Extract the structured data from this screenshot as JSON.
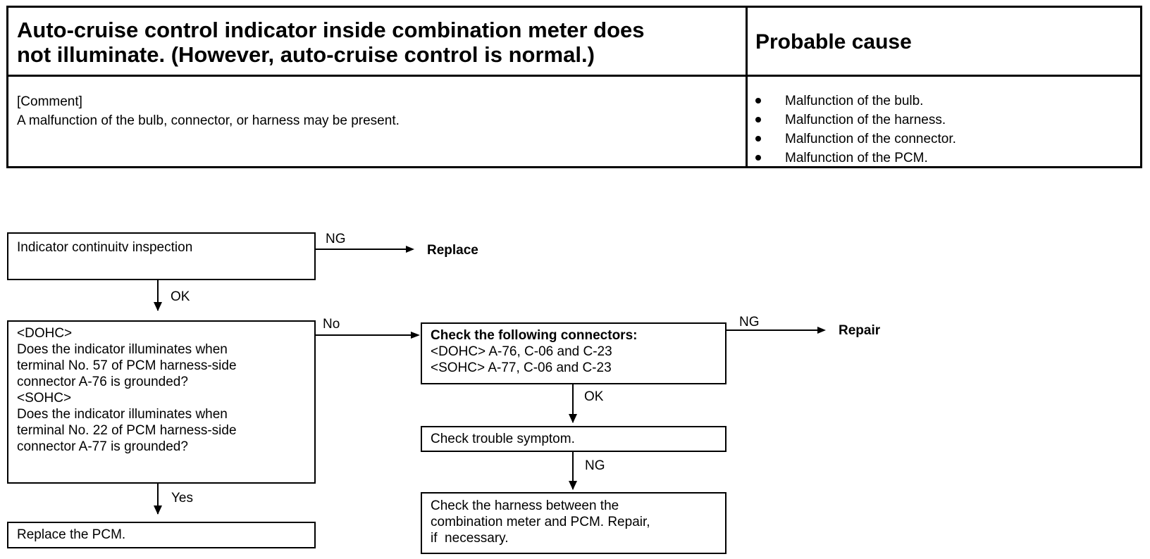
{
  "header": {
    "title_line1": "Auto-cruise control indicator inside combination meter does",
    "title_line2": "not illuminate. (However, auto-cruise control is normal.)",
    "probable_cause_heading": "Probable cause",
    "comment_label": "[Comment]",
    "comment_text": "A malfunction of the bulb, connector, or harness may be present.",
    "causes": [
      "Malfunction of the bulb.",
      "Malfunction of the harness.",
      "Malfunction of the connector.",
      "Malfunction of the PCM."
    ]
  },
  "flow": {
    "step1": "Indicator continuitv inspection",
    "step1_ng": "NG",
    "replace": "Replace",
    "step1_ok": "OK",
    "step2": {
      "l1": "<DOHC>",
      "l2": "Does the indicator illuminates when",
      "l3": "terminal No. 57 of PCM harness-side",
      "l4": "connector A-76 is grounded?",
      "l5": "<SOHC>",
      "l6": "Does the indicator illuminates when",
      "l7": "terminal No. 22 of PCM harness-side",
      "l8": "connector A-77 is grounded?"
    },
    "step2_no": "No",
    "step2_yes": "Yes",
    "replace_pcm": "Replace the PCM.",
    "step3": {
      "l1": "Check the following connectors:",
      "l2": "<DOHC> A-76, C-06 and C-23",
      "l3": "<SOHC> A-77, C-06 and C-23"
    },
    "step3_ng": "NG",
    "repair": "Repair",
    "step3_ok": "OK",
    "step4": "Check trouble symptom.",
    "step4_ng": "NG",
    "step5": {
      "l1": "Check the harness between the",
      "l2": "combination meter and PCM. Repair,",
      "l3": "if  necessary."
    }
  }
}
